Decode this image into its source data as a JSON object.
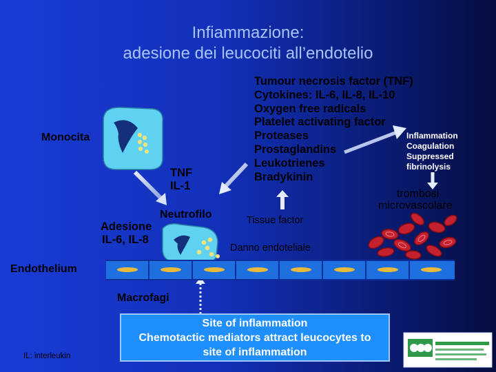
{
  "title": {
    "line1": "Infiammazione:",
    "line2": "adesione dei leucociti all’endotelio"
  },
  "labels": {
    "monocita": "Monocita",
    "tnf": "TNF",
    "il1": "IL-1",
    "neutrofilo": "Neutrofilo",
    "adesione": "Adesione",
    "il6_il8": "IL-6, IL-8",
    "endothelium": "Endothelium",
    "macrofagi": "Macrofagi",
    "tissue_factor": "Tissue factor",
    "danno": "Danno endoteliale",
    "trombosi_line1": "trombosi",
    "trombosi_line2": "microvascolare",
    "footnote": "IL: interleukin"
  },
  "mediators": [
    "Tumour necrosis factor (TNF)",
    "Cytokines: IL-6, IL-8, IL-10",
    "Oxygen free radicals",
    "Platelet activating factor",
    "Proteases",
    "Prostaglandins",
    "Leukotrienes",
    "Bradykinin"
  ],
  "effects": [
    "Inflammation",
    "Coagulation",
    "Suppressed",
    "fibrinolysis"
  ],
  "inflammation_box": {
    "line1": "Site of inflammation",
    "line2": "Chemotactic mediators attract leucocytes to",
    "line3": "site of inflammation"
  },
  "colors": {
    "background": "#1a3cd6",
    "cell_body": "#5fd2f2",
    "granule": "#f0e27c",
    "endothelium": "#1e6fe0",
    "nucleus": "#e9b93c",
    "box": "#1f8fff",
    "rbc": "#c4202e"
  }
}
